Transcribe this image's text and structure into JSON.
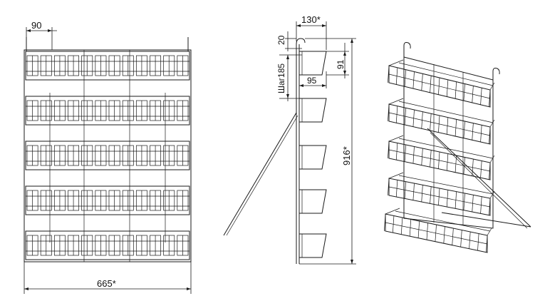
{
  "front_view": {
    "dims": {
      "top_module_width": "90",
      "overall_width": "665*"
    }
  },
  "side_view": {
    "dims": {
      "depth": "130*",
      "top_gap": "20",
      "pitch": "Шаг185",
      "basket_height": "91",
      "basket_depth": "95",
      "overall_height": "916*"
    }
  },
  "colors": {
    "line": "#1a1a1a",
    "background": "#ffffff"
  }
}
